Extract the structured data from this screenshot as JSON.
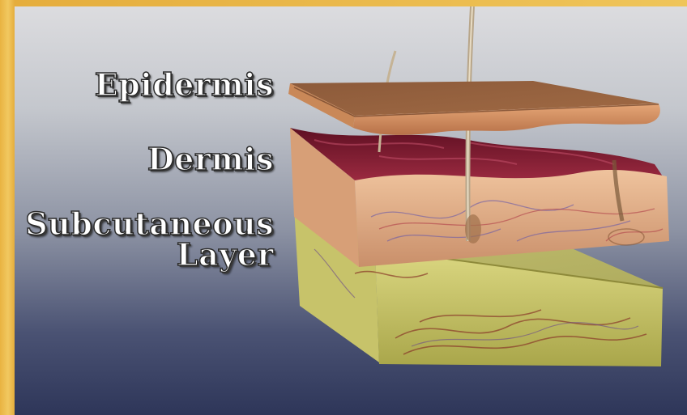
{
  "labels": {
    "epidermis": "Epidermis",
    "dermis": "Dermis",
    "subcutaneous_line1": "Subcutaneous",
    "subcutaneous_line2": "Layer"
  },
  "colors": {
    "background_top": "#dcdcdf",
    "background_bottom": "#2e3659",
    "frame": "#efc55a",
    "epidermis": "#9a6340",
    "dermis_top": "#7a1830",
    "dermis_side": "#e2b08a",
    "subcutaneous": "#d2cf74"
  }
}
